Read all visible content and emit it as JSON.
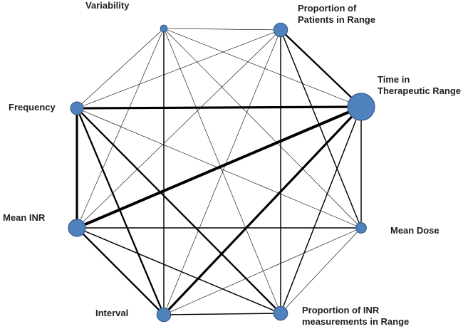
{
  "nodes": [
    {
      "id": "variability",
      "label_lines": [
        "Variability"
      ],
      "size": 0.08
    },
    {
      "id": "pir",
      "label_lines": [
        "Proportion of",
        "Patients in Range"
      ],
      "size": 0.4
    },
    {
      "id": "ttr",
      "label_lines": [
        "Time in",
        "Therapeutic Range"
      ],
      "size": 1.0
    },
    {
      "id": "mean_dose",
      "label_lines": [
        "Mean Dose"
      ],
      "size": 0.25
    },
    {
      "id": "pinr",
      "label_lines": [
        "Proportion of INR",
        "measurements in Range"
      ],
      "size": 0.4
    },
    {
      "id": "interval",
      "label_lines": [
        "Interval"
      ],
      "size": 0.4
    },
    {
      "id": "mean_inr",
      "label_lines": [
        "Mean INR"
      ],
      "size": 0.55
    },
    {
      "id": "frequency",
      "label_lines": [
        "Frequency"
      ],
      "size": 0.35
    }
  ],
  "edges": [
    {
      "from": "variability",
      "to": "pir",
      "weight": 1
    },
    {
      "from": "variability",
      "to": "ttr",
      "weight": 1
    },
    {
      "from": "variability",
      "to": "frequency",
      "weight": 1
    },
    {
      "from": "variability",
      "to": "mean_dose",
      "weight": 1
    },
    {
      "from": "variability",
      "to": "pinr",
      "weight": 1
    },
    {
      "from": "variability",
      "to": "mean_inr",
      "weight": 1
    },
    {
      "from": "variability",
      "to": "interval",
      "weight": 2
    },
    {
      "from": "pir",
      "to": "ttr",
      "weight": 3
    },
    {
      "from": "pir",
      "to": "frequency",
      "weight": 1
    },
    {
      "from": "pir",
      "to": "mean_dose",
      "weight": 2
    },
    {
      "from": "pir",
      "to": "pinr",
      "weight": 2
    },
    {
      "from": "pir",
      "to": "mean_inr",
      "weight": 1
    },
    {
      "from": "pir",
      "to": "interval",
      "weight": 1
    },
    {
      "from": "ttr",
      "to": "frequency",
      "weight": 4
    },
    {
      "from": "ttr",
      "to": "mean_dose",
      "weight": 2
    },
    {
      "from": "ttr",
      "to": "pinr",
      "weight": 2
    },
    {
      "from": "ttr",
      "to": "mean_inr",
      "weight": 5
    },
    {
      "from": "ttr",
      "to": "interval",
      "weight": 4
    },
    {
      "from": "frequency",
      "to": "mean_dose",
      "weight": 1
    },
    {
      "from": "frequency",
      "to": "pinr",
      "weight": 3
    },
    {
      "from": "frequency",
      "to": "mean_inr",
      "weight": 4
    },
    {
      "from": "frequency",
      "to": "interval",
      "weight": 3
    },
    {
      "from": "mean_dose",
      "to": "pinr",
      "weight": 1
    },
    {
      "from": "mean_dose",
      "to": "mean_inr",
      "weight": 2
    },
    {
      "from": "mean_dose",
      "to": "interval",
      "weight": 1
    },
    {
      "from": "pinr",
      "to": "mean_inr",
      "weight": 2
    },
    {
      "from": "pinr",
      "to": "interval",
      "weight": 2
    },
    {
      "from": "mean_inr",
      "to": "interval",
      "weight": 3
    }
  ],
  "colors": {
    "node_fill": "#4f81bd",
    "node_stroke": "#385d8a",
    "edge": "#000000"
  }
}
